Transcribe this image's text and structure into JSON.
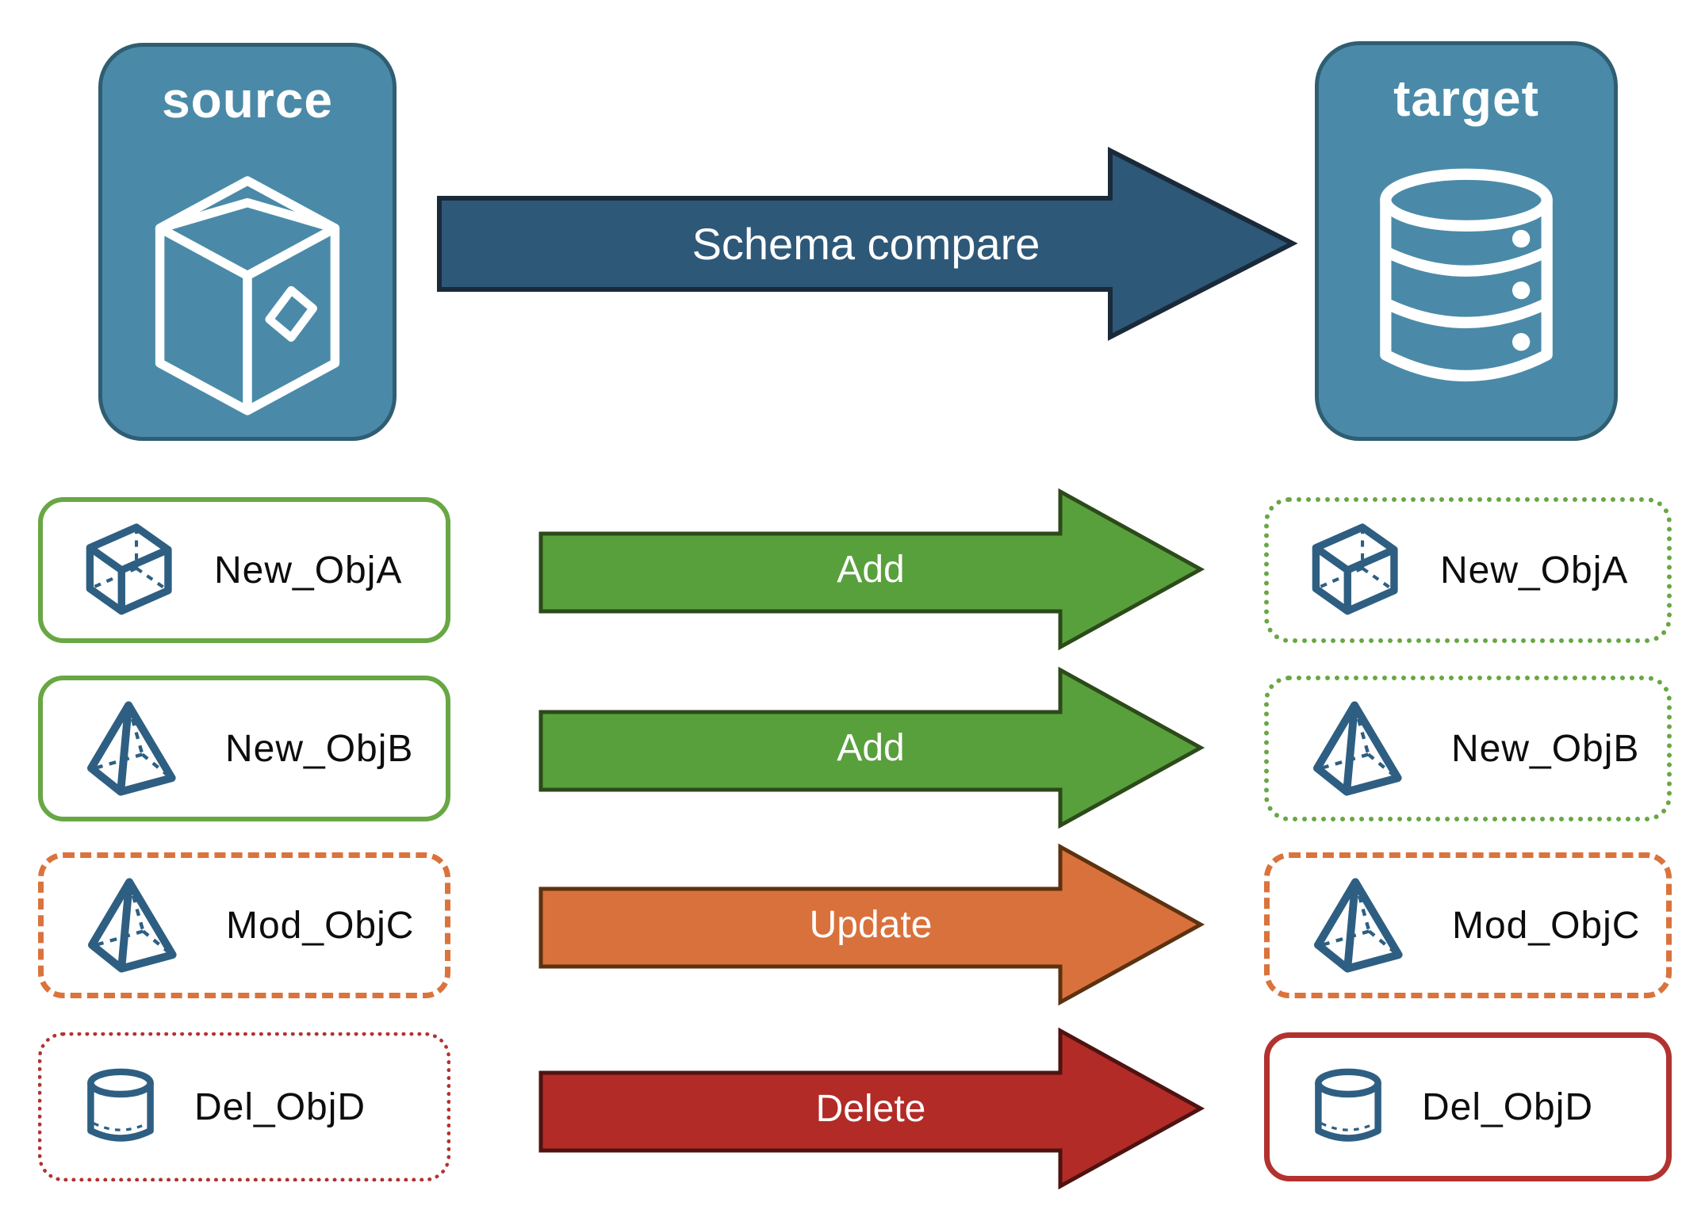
{
  "nodes": {
    "source": {
      "label": "source",
      "icon": "package-box"
    },
    "target": {
      "label": "target",
      "icon": "database"
    }
  },
  "main_arrow": {
    "label": "Schema compare"
  },
  "rows": [
    {
      "object": "New_ObjA",
      "action": "Add",
      "icon": "cube",
      "source_box_style": "solid green",
      "target_box_style": "dotted green",
      "arrow_color": "#58a03c"
    },
    {
      "object": "New_ObjB",
      "action": "Add",
      "icon": "pyramid",
      "source_box_style": "solid green",
      "target_box_style": "dotted green",
      "arrow_color": "#58a03c"
    },
    {
      "object": "Mod_ObjC",
      "action": "Update",
      "icon": "pyramid",
      "source_box_style": "dashed orange",
      "target_box_style": "dashed orange",
      "arrow_color": "#d9713c"
    },
    {
      "object": "Del_ObjD",
      "action": "Delete",
      "icon": "cylinder",
      "source_box_style": "dotted red",
      "target_box_style": "solid red",
      "arrow_color": "#b22b27"
    }
  ],
  "colors": {
    "node_fill": "#4a8aa8",
    "node_border": "#2f5e72",
    "main_arrow_fill": "#2e5878",
    "main_arrow_border": "#1a2a3a",
    "green": "#68a744",
    "orange": "#da733c",
    "red": "#b23230",
    "icon_blue": "#2e5f82",
    "label_text": "#0d0d0d",
    "arrow_text": "#ffffff"
  }
}
